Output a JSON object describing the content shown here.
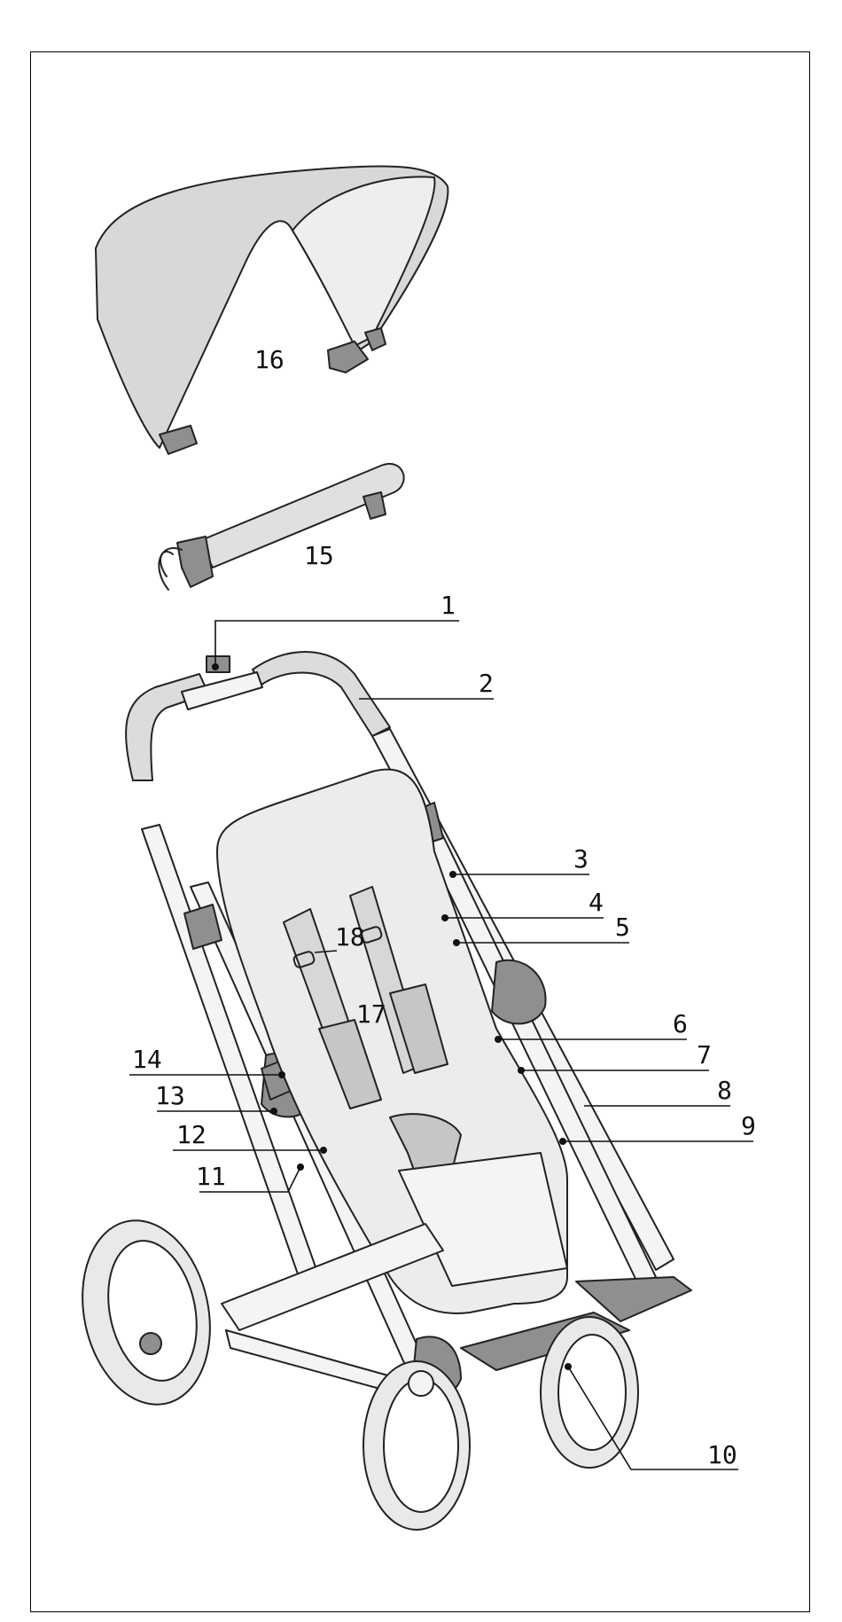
{
  "diagram": {
    "callouts": [
      {
        "id": "c1",
        "label": "1"
      },
      {
        "id": "c2",
        "label": "2"
      },
      {
        "id": "c3",
        "label": "3"
      },
      {
        "id": "c4",
        "label": "4"
      },
      {
        "id": "c5",
        "label": "5"
      },
      {
        "id": "c6",
        "label": "6"
      },
      {
        "id": "c7",
        "label": "7"
      },
      {
        "id": "c8",
        "label": "8"
      },
      {
        "id": "c9",
        "label": "9"
      },
      {
        "id": "c10",
        "label": "10"
      },
      {
        "id": "c11",
        "label": "11"
      },
      {
        "id": "c12",
        "label": "12"
      },
      {
        "id": "c13",
        "label": "13"
      },
      {
        "id": "c14",
        "label": "14"
      },
      {
        "id": "c15",
        "label": "15"
      },
      {
        "id": "c16",
        "label": "16"
      },
      {
        "id": "c17",
        "label": "17"
      },
      {
        "id": "c18",
        "label": "18"
      }
    ],
    "colors": {
      "fabric_light": "#ececec",
      "fabric_mid": "#d7d7d7",
      "frame_metal": "#f4f4f4",
      "plastic_dark": "#8f8f8f",
      "outline": "#222222"
    }
  }
}
